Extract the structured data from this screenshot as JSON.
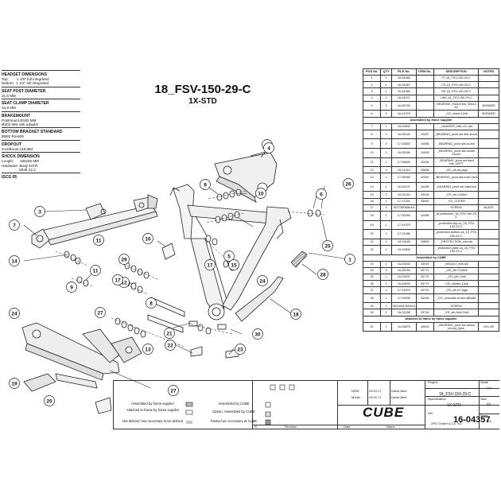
{
  "specs": [
    {
      "heading": "HEADSET DIMENSIONS",
      "lines": [
        "Top:        1 1/8\" full integrated",
        "Bottom:  1 1/2\" full integrated"
      ]
    },
    {
      "heading": "SEAT POST DIAMETER",
      "lines": [
        "31.6 MM"
      ]
    },
    {
      "heading": "SEAT CLAMP DIAMETER",
      "lines": [
        "34.9 MM"
      ]
    },
    {
      "heading": "BRAKEMOUNT",
      "lines": [
        "Postmount Ø180 MM",
        "Ø203 MM with adapter"
      ]
    },
    {
      "heading": "BOTTOM BRACKET STANDARD",
      "lines": [
        "BB92 Pressfit"
      ]
    },
    {
      "heading": "DROPOUT",
      "lines": [
        "X12/Boost 148 MM"
      ]
    },
    {
      "heading": "SHOCK DIMENSION",
      "lines": [
        "Length:      185x55 MM",
        "Hardware: Body 54TR",
        "                 Shaft 22.2"
      ]
    },
    {
      "heading": "ISCG 05",
      "lines": []
    }
  ],
  "title": "18_FSV-150-29-C",
  "subtitle": "1X-STD",
  "table": {
    "headers": [
      "POS No.",
      "QTY",
      "FILE No.",
      "ITEM No.",
      "DESCRIPTION",
      "NOTES"
    ],
    "sections": [
      {
        "label": "",
        "rows": [
          [
            "1",
            "1",
            "16-04365",
            "",
            "FT-18_FSV-150-29-C",
            ""
          ],
          [
            "2",
            "1",
            "16-04367",
            "",
            "CS-18_FSV-150-29-C",
            ""
          ],
          [
            "3",
            "1",
            "16-04369",
            "",
            "SS-18_FSV-150-29-C",
            ""
          ],
          [
            "4",
            "1",
            "16-04371",
            "",
            "LINK-18_FSV-150-29-C",
            ""
          ],
          [
            "5",
            "2",
            "16-05792",
            "",
            "_BEARING_friction bm_80x12-60",
            "BONDED"
          ],
          [
            "6",
            "2",
            "16-01075",
            "",
            "_CR_insert-12x8",
            "BONDED"
          ]
        ]
      },
      {
        "label": "Assembled by frame supplier",
        "rows": [
          [
            "7",
            "1",
            "18-00602",
            "",
            "_HANGER_mtb-x12-std",
            ""
          ],
          [
            "8",
            "2",
            "16-05241",
            "10497",
            "_BEARING_pivot set-link shock",
            ""
          ],
          [
            "9",
            "2",
            "17-03893",
            "10496",
            "_BEARING_pivot set-ss link",
            ""
          ],
          [
            "10",
            "2",
            "16-05056",
            "10493",
            "_BEARING_pivot set-rocker mount",
            ""
          ],
          [
            "11",
            "1",
            "17-05840",
            "10494",
            "_BEARING_pivot set-hard link_LEFT",
            ""
          ],
          [
            "12",
            "3",
            "15-01010",
            "33696",
            "_CR_clk-dir-plgd",
            ""
          ],
          [
            "13",
            "1",
            "17-05055",
            "10492",
            "_BEARING_pivot set-main pivot",
            ""
          ],
          [
            "14",
            "1",
            "16-05107",
            "10495",
            "_BEARING_pivot set-hard link",
            ""
          ],
          [
            "15",
            "2",
            "16-02164",
            "33916",
            "_CR_clk-21x8x2",
            ""
          ],
          [
            "16",
            "1",
            "17-01301",
            "33692",
            "_FD_COVER",
            ""
          ],
          [
            "17",
            "2",
            "ISO7380M6x16",
            "",
            "SCREW",
            "BLACK"
          ],
          [
            "18",
            "1",
            "17-00284",
            "10498",
            "_dt-protection_18_FSV-150-29-C",
            ""
          ],
          [
            "19",
            "1",
            "17-01979",
            "",
            "_protection-top-cs_18_FSV-150-29-C",
            ""
          ],
          [
            "20",
            "1",
            "17-01985",
            "",
            "_protection-bottom-cs_18_FSV-150-29-C",
            ""
          ],
          [
            "21",
            "1",
            "18-03425",
            "33809",
            "_PROTECTION_mtb-bb",
            ""
          ],
          [
            "22",
            "1",
            "19-02808",
            "",
            "_protection plate-cs_18_FSV-150-29-C",
            ""
          ]
        ]
      },
      {
        "label": "Assembled by CUBE",
        "rows": [
          [
            "23",
            "1",
            "16-03343",
            "33919",
            "_MOUNT_bolt-di2",
            ""
          ],
          [
            "24",
            "3",
            "16-05294",
            "33771",
            "_CR_cth-21x8x2",
            ""
          ],
          [
            "25",
            "1",
            "16-03437",
            "33772",
            "_CR_cth-13x8",
            ""
          ],
          [
            "26",
            "1",
            "16-00876",
            "33773",
            "_CR_cth/bth-13x8",
            ""
          ],
          [
            "27",
            "3",
            "17-01879",
            "33710",
            "_CR_cth-d7-plgd",
            ""
          ],
          [
            "28",
            "1",
            "17-09406",
            "34018",
            "_CR_umbrolan brush-480x80",
            ""
          ],
          [
            "29",
            "2",
            "ISO10642M4x10",
            "",
            "SCREW",
            ""
          ],
          [
            "30",
            "1",
            "16-01538",
            "33716",
            "_CR_cth-fold-21x8",
            ""
          ]
        ]
      },
      {
        "label": "Attached to frame by frame supplier",
        "rows": [
          [
            "31",
            "1",
            "16-05875",
            "10510",
            "_BEARING_pivot set-shock mount_2pcs",
            "NYLOK"
          ]
        ]
      }
    ]
  },
  "callouts": {
    "c1": "1",
    "c2": "2",
    "c3": "3",
    "c4": "4",
    "c5": "5",
    "c6": "6",
    "c7": "7",
    "c8": "8",
    "c9": "9",
    "c10": "10",
    "c11": "11",
    "c12": "12",
    "c13": "13",
    "c14": "14",
    "c15": "15",
    "c16": "16",
    "c17": "17",
    "c18": "18",
    "c19": "19",
    "c20": "20",
    "c21": "21",
    "c22": "22",
    "c23": "23",
    "c24": "24",
    "c25": "25",
    "c26": "26",
    "c27": "27",
    "c28": "28",
    "c29": "29",
    "c30": "30"
  },
  "title_block": {
    "legend": [
      "Assembled by frame supplier",
      "Attached to frame by frame supplier",
      "Not defined: Not necessary to be defined",
      "Assembled by CUBE",
      "Option: Assembled by CUBE",
      "Packed as: Accessory at CUBE"
    ],
    "drw_label": "DRW",
    "drw_date": "03.03.17",
    "drw_by": "David Beer",
    "model_label": "Model",
    "model_date": "23.02.17",
    "model_by": "David Beer",
    "project_label": "Project",
    "project": "18_FSV-150-29-C",
    "spec_label": "Specification",
    "spec": "1X-STD",
    "file_label": "File",
    "file_no": "16-04357",
    "scale_label": "Scale",
    "scale": "1:4",
    "size_label": "Size",
    "size": "A3",
    "page_label": "Page",
    "page": "3/5",
    "revision_label": "Revision",
    "date_label": "Date",
    "name_label": "Name",
    "rev_marker": "R",
    "company": "ZPG GmbH & Co. KG",
    "brand": "CUBE"
  }
}
